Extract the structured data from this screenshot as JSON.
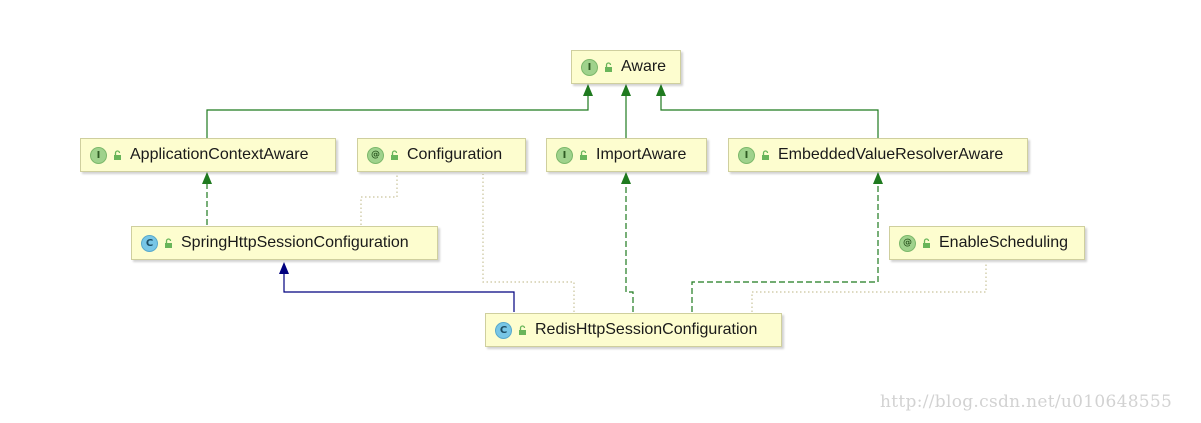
{
  "diagram": {
    "nodes": [
      {
        "id": "aware",
        "name": "Aware",
        "kind": "interface",
        "badge": "I",
        "icon": "interface-icon"
      },
      {
        "id": "app_ctx",
        "name": "ApplicationContextAware",
        "kind": "interface",
        "badge": "I",
        "icon": "interface-icon"
      },
      {
        "id": "configuration",
        "name": "Configuration",
        "kind": "annotation",
        "badge": "@",
        "icon": "annotation-icon"
      },
      {
        "id": "import_aware",
        "name": "ImportAware",
        "kind": "interface",
        "badge": "I",
        "icon": "interface-icon"
      },
      {
        "id": "embedded",
        "name": "EmbeddedValueResolverAware",
        "kind": "interface",
        "badge": "I",
        "icon": "interface-icon"
      },
      {
        "id": "spring_http",
        "name": "SpringHttpSessionConfiguration",
        "kind": "class",
        "badge": "C",
        "icon": "class-icon"
      },
      {
        "id": "enable_sched",
        "name": "EnableScheduling",
        "kind": "annotation",
        "badge": "@",
        "icon": "annotation-icon"
      },
      {
        "id": "redis_http",
        "name": "RedisHttpSessionConfiguration",
        "kind": "class",
        "badge": "C",
        "icon": "class-icon"
      }
    ],
    "edges": [
      {
        "from": "app_ctx",
        "to": "aware",
        "type": "extends-interface"
      },
      {
        "from": "import_aware",
        "to": "aware",
        "type": "extends-interface"
      },
      {
        "from": "embedded",
        "to": "aware",
        "type": "extends-interface"
      },
      {
        "from": "spring_http",
        "to": "app_ctx",
        "type": "implements"
      },
      {
        "from": "spring_http",
        "to": "configuration",
        "type": "annotated-with"
      },
      {
        "from": "redis_http",
        "to": "spring_http",
        "type": "extends-class"
      },
      {
        "from": "redis_http",
        "to": "import_aware",
        "type": "implements"
      },
      {
        "from": "redis_http",
        "to": "embedded",
        "type": "implements"
      },
      {
        "from": "redis_http",
        "to": "configuration",
        "type": "annotated-with"
      },
      {
        "from": "redis_http",
        "to": "enable_sched",
        "type": "annotated-with"
      }
    ],
    "colors": {
      "node_fill": "#fdfdcf",
      "node_border": "#cfcf9e",
      "interface_edge": "#1f7a1f",
      "class_edge": "#00007f",
      "annotation_edge": "#c9c39a"
    }
  },
  "watermark": "http://blog.csdn.net/u010648555"
}
